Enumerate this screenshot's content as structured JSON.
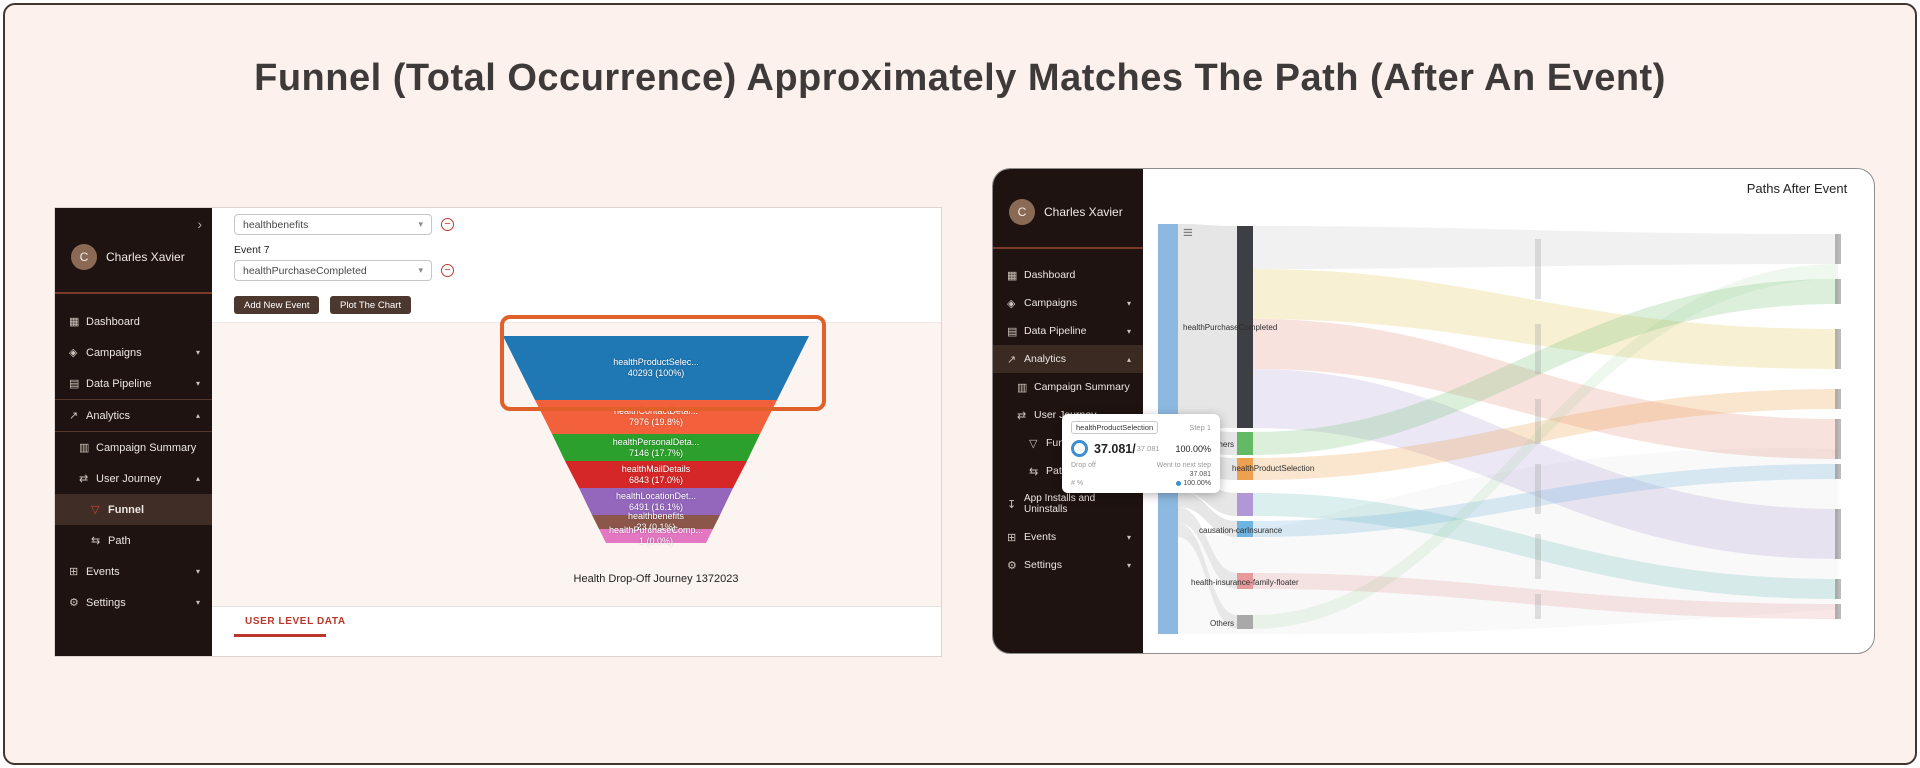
{
  "page": {
    "title": "Funnel (Total Occurrence) Approximately Matches The Path (After An Event)",
    "background": "#fdf1ed",
    "accent_red": "#b8392c",
    "highlight_orange": "#e0602a"
  },
  "left_app": {
    "sidebar": {
      "collapse_icon": "›",
      "user": {
        "initial": "C",
        "name": "Charles Xavier"
      },
      "items": [
        {
          "label": "Dashboard",
          "icon": "▦"
        },
        {
          "label": "Campaigns",
          "icon": "◈",
          "chevron": "▾"
        },
        {
          "label": "Data Pipeline",
          "icon": "▤",
          "chevron": "▾"
        },
        {
          "label": "Analytics",
          "icon": "↗",
          "chevron": "▴"
        },
        {
          "label": "Campaign Summary",
          "icon": "▥"
        },
        {
          "label": "User Journey",
          "icon": "⇄",
          "chevron": "▴"
        },
        {
          "label": "Funnel",
          "icon": "▽"
        },
        {
          "label": "Path",
          "icon": "⇆"
        },
        {
          "label": "Events",
          "icon": "⊞",
          "chevron": "▾"
        },
        {
          "label": "Settings",
          "icon": "⚙",
          "chevron": "▾"
        }
      ]
    },
    "toolbar": {
      "dropdown_event6_value": "healthbenefits",
      "event7_label": "Event 7",
      "dropdown_event7_value": "healthPurchaseCompleted",
      "add_new_event": "Add New Event",
      "plot_the_chart": "Plot The Chart",
      "dropdown_chevron": "▾",
      "remove_icon": "−"
    },
    "funnel_chart": {
      "type": "funnel",
      "caption": "Health Drop-Off Journey 1372023",
      "layers": [
        {
          "label": "healthProductSelec...",
          "value": "40293 (100%)",
          "color": "#1f77b4"
        },
        {
          "label": "healthContactDetai...",
          "value": "7976 (19.8%)",
          "color": "#f2613c"
        },
        {
          "label": "healthPersonalDeta...",
          "value": "7146 (17.7%)",
          "color": "#2ca02c"
        },
        {
          "label": "healthMailDetails",
          "value": "6843 (17.0%)",
          "color": "#d62728"
        },
        {
          "label": "healthLocationDet...",
          "value": "6491 (16.1%)",
          "color": "#9467bd"
        },
        {
          "label": "healthbenefits",
          "value": "23 (0.1%)",
          "color": "#8c564b"
        },
        {
          "label": "healthPurchaseComp...",
          "value": "1 (0.0%)",
          "color": "#e377c2"
        }
      ]
    },
    "footer_tab": "USER LEVEL DATA"
  },
  "right_app": {
    "header": {
      "title": "Paths After Event",
      "menu_icon": "≡"
    },
    "sidebar": {
      "user": {
        "initial": "C",
        "name": "Charles Xavier"
      },
      "items": [
        {
          "label": "Dashboard",
          "icon": "▦"
        },
        {
          "label": "Campaigns",
          "icon": "◈",
          "chevron": "▾"
        },
        {
          "label": "Data Pipeline",
          "icon": "▤",
          "chevron": "▾"
        },
        {
          "label": "Analytics",
          "icon": "↗",
          "chevron": "▴"
        },
        {
          "label": "Campaign Summary",
          "icon": "▥"
        },
        {
          "label": "User Journey",
          "icon": "⇄",
          "chevron": "▴"
        },
        {
          "label": "Funnel",
          "icon": "▽"
        },
        {
          "label": "Path",
          "icon": "⇆"
        },
        {
          "label": "App Installs and Uninstalls",
          "icon": "↧"
        },
        {
          "label": "Events",
          "icon": "⊞",
          "chevron": "▾"
        },
        {
          "label": "Settings",
          "icon": "⚙",
          "chevron": "▾"
        }
      ]
    },
    "sankey": {
      "source_node": "healthPurchaseCompleted",
      "node_labels": [
        "Others",
        "healthProductSelection",
        "causation-carInsurance",
        "health-insurance-family-floater",
        "Others"
      ]
    },
    "tooltip": {
      "event": "healthProductSelection",
      "step": "Step 1",
      "value_main": "37.081/",
      "value_total": "37.081",
      "conversion_pct": "100.00%",
      "drop_off_label": "Drop off",
      "next_step_label": "Went to next step",
      "next_step_value": "37.081",
      "next_step_pct": "100.00%",
      "icons": {
        "count": "#",
        "percent": "%"
      }
    }
  }
}
